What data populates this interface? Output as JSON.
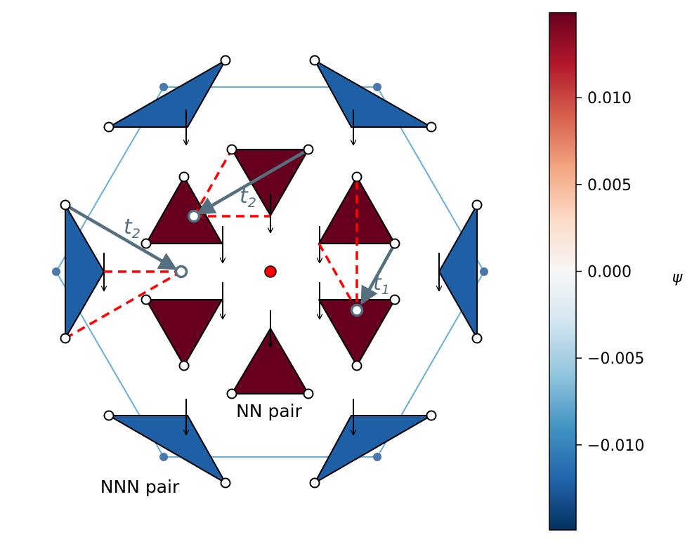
{
  "diagram": {
    "labels": {
      "nn_pair": "NN pair",
      "nnn_pair": "NNN pair",
      "hop_t1": {
        "base": "t",
        "sub": "1"
      },
      "hop_t2": {
        "base": "t",
        "sub": "2"
      }
    },
    "colors": {
      "positive": "#67001f",
      "negative": "#1f5fa5",
      "hexagon": "#6aaed6",
      "bond_dashed": "#ff0000",
      "hop_arrow": "#54707f",
      "center_dot": "#ff0000",
      "lattice_dot": "#4a78ad"
    }
  },
  "colorbar": {
    "label": "ψ",
    "ticks": [
      "0.010",
      "0.005",
      "0.000",
      "−0.005",
      "−0.010"
    ],
    "tick_values": [
      0.01,
      0.005,
      0.0,
      -0.005,
      -0.01
    ],
    "range": [
      -0.0149,
      0.0149
    ],
    "colormap": "RdBu_r",
    "stops": [
      "#053061",
      "#2166ac",
      "#4393c3",
      "#92c5de",
      "#d1e5f0",
      "#f7f7f7",
      "#fddbc7",
      "#f4a582",
      "#d6604d",
      "#b2182b",
      "#67001f"
    ]
  }
}
